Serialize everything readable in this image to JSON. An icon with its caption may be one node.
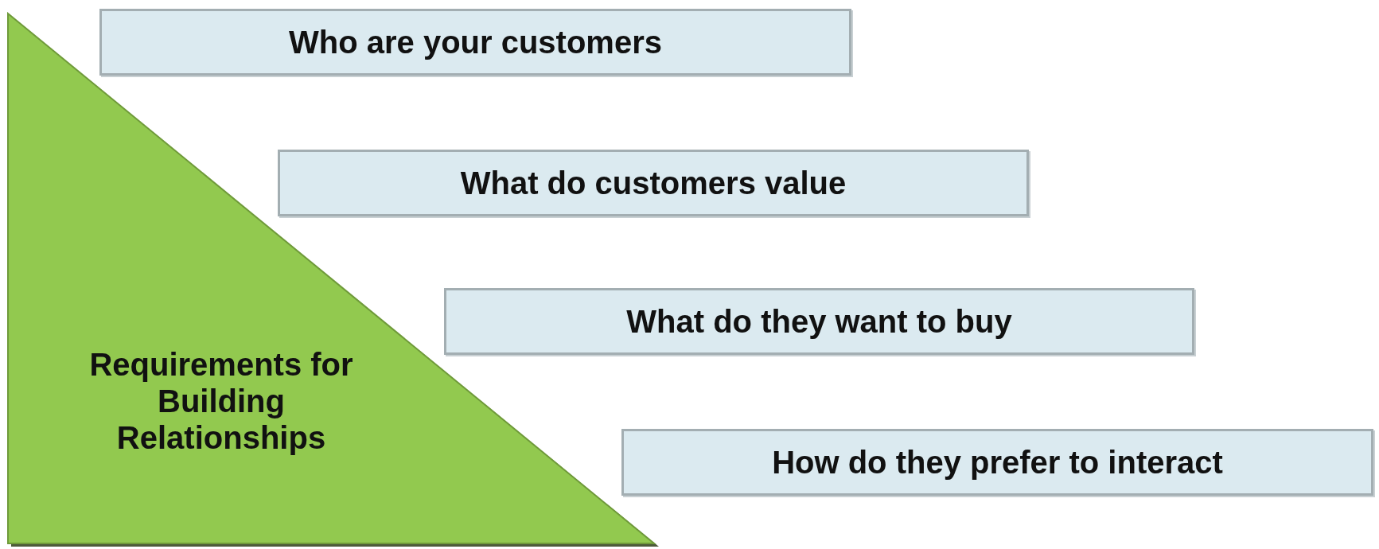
{
  "diagram": {
    "nodes": [
      {
        "text": [
          "Requirements for Building Relationships"
        ]
      },
      {
        "text": [
          "Who are your customers"
        ]
      },
      {
        "text": [
          "What do customers value"
        ]
      },
      {
        "text": [
          "What do they want to buy"
        ]
      },
      {
        "text": [
          "How do they prefer to interact"
        ]
      }
    ]
  }
}
